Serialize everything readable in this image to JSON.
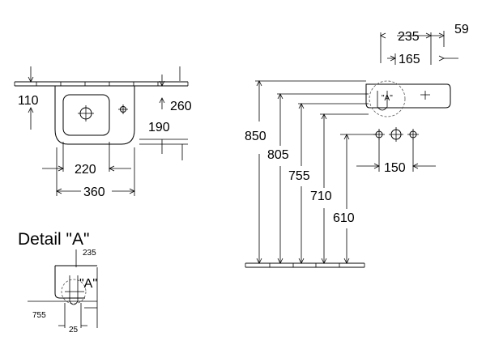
{
  "detail_title": "Detail \"A\"",
  "labels": {
    "plan_110": "110",
    "plan_260": "260",
    "plan_190": "190",
    "plan_220": "220",
    "plan_360": "360",
    "top_235": "235",
    "top_59": "59",
    "top_165": "165",
    "mark_a_side": "\"A\"",
    "h_850": "850",
    "h_805": "805",
    "h_755": "755",
    "h_710": "710",
    "h_610": "610",
    "side_150": "150",
    "detail_235": "235",
    "detail_mark_a": "\"A\"",
    "detail_755": "755",
    "detail_25": "25"
  }
}
